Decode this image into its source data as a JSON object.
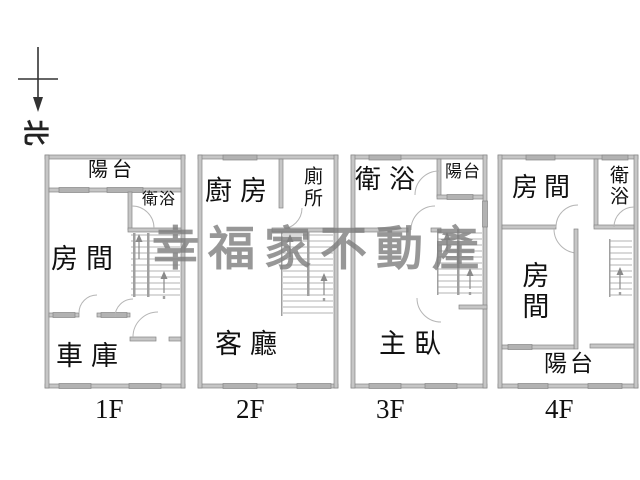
{
  "compass": {
    "north_label": "北"
  },
  "watermark": {
    "text": "幸福家不動產"
  },
  "colors": {
    "wall_fill": "#c6c6c6",
    "wall_edge": "#858585",
    "thin_line": "#9a9a9a",
    "label_text": "#111111",
    "watermark_gray": "#7d7d7d"
  },
  "floors": [
    {
      "label": "1F",
      "rooms": {
        "balcony": "陽台",
        "bathroom": "衛浴",
        "bedroom": "房間",
        "garage": "車庫"
      }
    },
    {
      "label": "2F",
      "rooms": {
        "kitchen": "廚房",
        "toilet": "廁所",
        "living_room": "客廳"
      }
    },
    {
      "label": "3F",
      "rooms": {
        "bathroom": "衛浴",
        "balcony": "陽台",
        "master_bedroom": "主臥"
      }
    },
    {
      "label": "4F",
      "rooms": {
        "bedroom_upper": "房間",
        "bathroom": "衛浴",
        "bedroom_lower": "房間",
        "balcony": "陽台"
      }
    }
  ]
}
